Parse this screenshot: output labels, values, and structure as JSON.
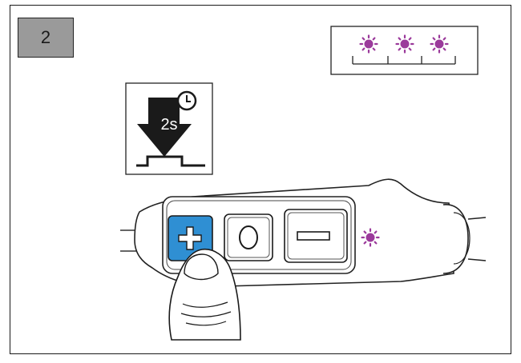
{
  "step": {
    "number": "2"
  },
  "hold_icon": {
    "duration_label": "2s",
    "icon": "hold-press-clock-icon"
  },
  "indicator_panel": {
    "icon": "flashing-led-sequence-icon",
    "flash_count": 3,
    "led_color": "#9b3a9b"
  },
  "remote": {
    "buttons": [
      {
        "name": "plus",
        "symbol": "+",
        "highlight": true
      },
      {
        "name": "center",
        "symbol": "○",
        "highlight": false
      },
      {
        "name": "minus",
        "symbol": "−",
        "highlight": false
      }
    ],
    "highlight_color": "#2f8fd3",
    "status_led_color": "#9b3a9b"
  }
}
